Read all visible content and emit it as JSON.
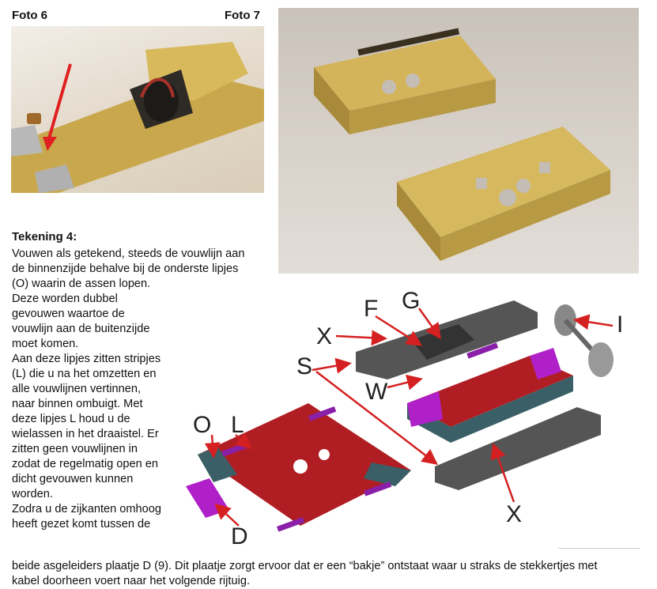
{
  "captions": {
    "foto6": "Foto 6",
    "foto7": "Foto 7"
  },
  "heading": "Tekening 4:",
  "paragraph_wide": [
    "Vouwen als getekend, steeds de vouwlijn aan",
    "de binnenzijde behalve bij de onderste lipjes",
    "(O) waarin de assen lopen."
  ],
  "paragraph_narrow": [
    "Deze worden dubbel",
    "gevouwen waartoe de",
    "vouwlijn aan de buitenzijde",
    "moet komen.",
    "Aan deze lipjes zitten stripjes",
    "(L) die u na het omzetten en",
    "alle vouwlijnen vertinnen,",
    "naar binnen ombuigt. Met",
    "deze lipjes L houd u de",
    "wielassen in het draaistel. Er",
    "zitten geen vouwlijnen in",
    "zodat de regelmatig open en",
    "dicht gevouwen kunnen",
    "worden.",
    "Zodra u de zijkanten omhoog",
    "heeft gezet komt tussen de"
  ],
  "paragraph_bottom": [
    "beide asgeleiders plaatje D (9). Dit plaatje zorgt ervoor dat er een “bakje” ontstaat waar u straks de stekkertjes met",
    "kabel doorheen voert naar het volgende rijtuig."
  ],
  "diagram_labels": {
    "F": "F",
    "G": "G",
    "X1": "X",
    "I": "I",
    "S": "S",
    "W": "W",
    "O": "O",
    "L": "L",
    "D": "D",
    "X2": "X"
  },
  "colors": {
    "red": "#b01e23",
    "teal": "#3a5f66",
    "purple": "#8a1fa8",
    "magenta": "#b020c8",
    "arrow": "#d42020",
    "brass": "#c9a64a"
  }
}
